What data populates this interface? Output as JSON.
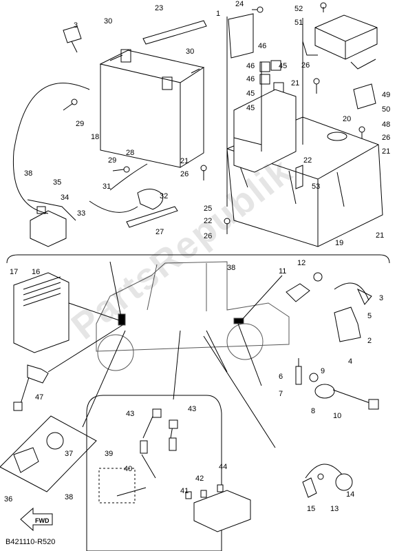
{
  "diagram": {
    "code": "B421110-R520",
    "watermark": "PartsRepublik",
    "fwd_label": "FWD",
    "callouts": [
      {
        "id": "c1",
        "text": "1"
      },
      {
        "id": "c3",
        "text": "3"
      },
      {
        "id": "c23",
        "text": "23"
      },
      {
        "id": "c24",
        "text": "24"
      },
      {
        "id": "c30a",
        "text": "30"
      },
      {
        "id": "c30b",
        "text": "30"
      },
      {
        "id": "c52",
        "text": "52"
      },
      {
        "id": "c51",
        "text": "51"
      },
      {
        "id": "c46a",
        "text": "46"
      },
      {
        "id": "c46b",
        "text": "46"
      },
      {
        "id": "c46c",
        "text": "46"
      },
      {
        "id": "c45a",
        "text": "45"
      },
      {
        "id": "c45b",
        "text": "45"
      },
      {
        "id": "c45c",
        "text": "45"
      },
      {
        "id": "c26a",
        "text": "26"
      },
      {
        "id": "c21a",
        "text": "21"
      },
      {
        "id": "c49",
        "text": "49"
      },
      {
        "id": "c50",
        "text": "50"
      },
      {
        "id": "c48",
        "text": "48"
      },
      {
        "id": "c20",
        "text": "20"
      },
      {
        "id": "c26b",
        "text": "26"
      },
      {
        "id": "c21b",
        "text": "21"
      },
      {
        "id": "c29a",
        "text": "29"
      },
      {
        "id": "c18",
        "text": "18"
      },
      {
        "id": "c28",
        "text": "28"
      },
      {
        "id": "c29b",
        "text": "29"
      },
      {
        "id": "c21c",
        "text": "21"
      },
      {
        "id": "c22a",
        "text": "22"
      },
      {
        "id": "c38a",
        "text": "38"
      },
      {
        "id": "c35",
        "text": "35"
      },
      {
        "id": "c31",
        "text": "31"
      },
      {
        "id": "c32",
        "text": "32"
      },
      {
        "id": "c26c",
        "text": "26"
      },
      {
        "id": "c53",
        "text": "53"
      },
      {
        "id": "c34",
        "text": "34"
      },
      {
        "id": "c33",
        "text": "33"
      },
      {
        "id": "c27",
        "text": "27"
      },
      {
        "id": "c25",
        "text": "25"
      },
      {
        "id": "c22b",
        "text": "22"
      },
      {
        "id": "c26d",
        "text": "26"
      },
      {
        "id": "c21d",
        "text": "21"
      },
      {
        "id": "c19",
        "text": "19"
      },
      {
        "id": "c17",
        "text": "17"
      },
      {
        "id": "c16",
        "text": "16"
      },
      {
        "id": "c38b",
        "text": "38"
      },
      {
        "id": "c12",
        "text": "12"
      },
      {
        "id": "c11",
        "text": "11"
      },
      {
        "id": "c3b",
        "text": "3"
      },
      {
        "id": "c5",
        "text": "5"
      },
      {
        "id": "c2",
        "text": "2"
      },
      {
        "id": "c4",
        "text": "4"
      },
      {
        "id": "c6",
        "text": "6"
      },
      {
        "id": "c9",
        "text": "9"
      },
      {
        "id": "c7",
        "text": "7"
      },
      {
        "id": "c8",
        "text": "8"
      },
      {
        "id": "c10",
        "text": "10"
      },
      {
        "id": "c47",
        "text": "47"
      },
      {
        "id": "c43a",
        "text": "43"
      },
      {
        "id": "c43b",
        "text": "43"
      },
      {
        "id": "c39",
        "text": "39"
      },
      {
        "id": "c37",
        "text": "37"
      },
      {
        "id": "c40",
        "text": "40"
      },
      {
        "id": "c42",
        "text": "42"
      },
      {
        "id": "c44",
        "text": "44"
      },
      {
        "id": "c41",
        "text": "41"
      },
      {
        "id": "c36",
        "text": "36"
      },
      {
        "id": "c38c",
        "text": "38"
      },
      {
        "id": "c15",
        "text": "15"
      },
      {
        "id": "c13",
        "text": "13"
      },
      {
        "id": "c14",
        "text": "14"
      }
    ]
  }
}
